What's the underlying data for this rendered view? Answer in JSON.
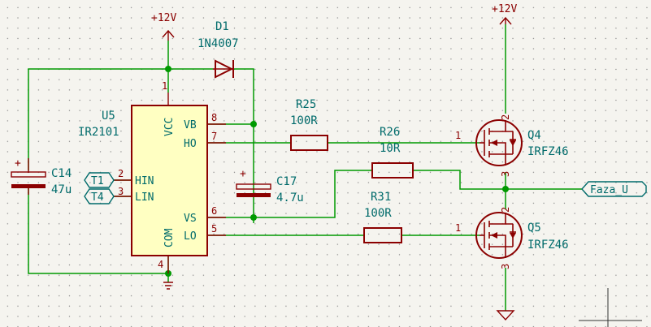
{
  "colors": {
    "wire": "#009900",
    "component": "#8b0000",
    "label": "#006b6b",
    "power": "#8b0000",
    "junction": "#009900",
    "ic_fill": "#ffffc2"
  },
  "power_labels": {
    "vcc_left": "+12V",
    "vcc_right": "+12V"
  },
  "u5": {
    "ref": "U5",
    "value": "IR2101",
    "pins": {
      "vcc": "VCC",
      "vb": "VB",
      "ho": "HO",
      "hin": "HIN",
      "lin": "LIN",
      "vs": "VS",
      "com": "COM",
      "lo": "LO"
    },
    "pin_numbers": {
      "vcc": "1",
      "vb": "8",
      "ho": "7",
      "hin": "2",
      "lin": "3",
      "vs": "6",
      "com": "4",
      "lo": "5"
    }
  },
  "d1": {
    "ref": "D1",
    "value": "1N4007"
  },
  "c14": {
    "ref": "C14",
    "value": "47u",
    "plus": "+"
  },
  "c17": {
    "ref": "C17",
    "value": "4.7u",
    "plus": "+"
  },
  "r25": {
    "ref": "R25",
    "value": "100R"
  },
  "r26": {
    "ref": "R26",
    "value": "10R"
  },
  "r31": {
    "ref": "R31",
    "value": "100R"
  },
  "q4": {
    "ref": "Q4",
    "value": "IRFZ46",
    "pin_g": "1",
    "pin_d": "2",
    "pin_s": "3"
  },
  "q5": {
    "ref": "Q5",
    "value": "IRFZ46",
    "pin_g": "1",
    "pin_d": "2",
    "pin_s": "3"
  },
  "inputs": {
    "t1": "T1",
    "t4": "T4"
  },
  "output": {
    "name": "Faza_U"
  }
}
